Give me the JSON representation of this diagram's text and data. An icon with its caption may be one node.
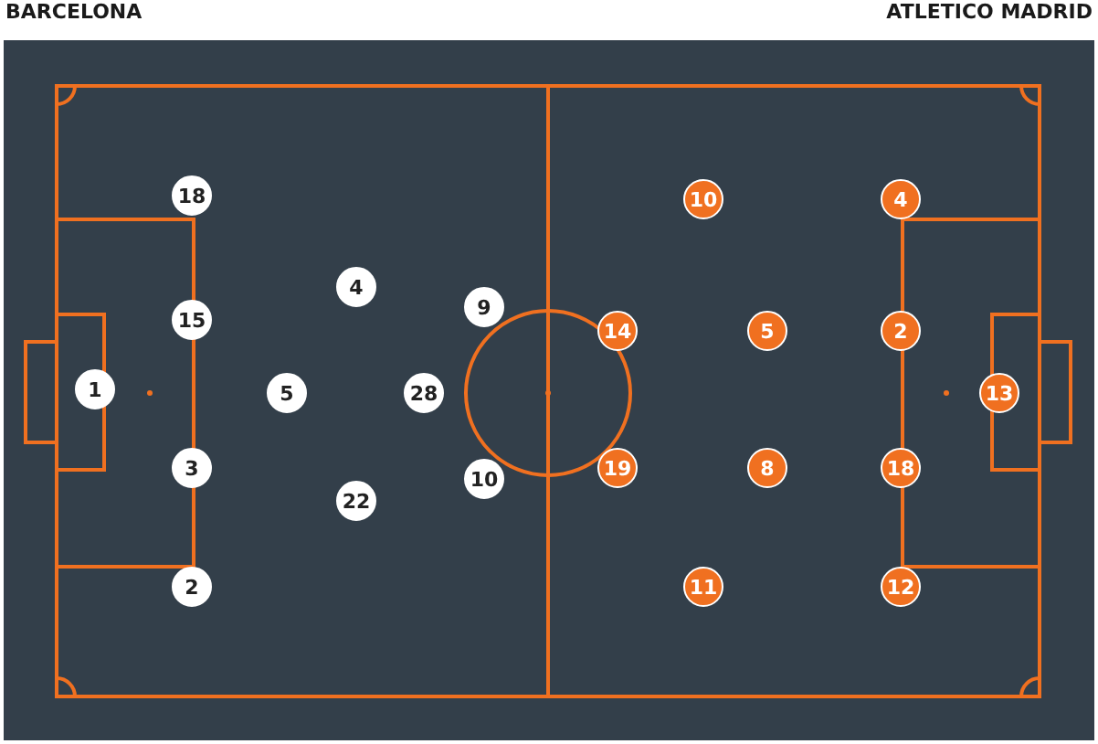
{
  "diagram": {
    "labels": [
      "BARCELONA",
      "ATLETICO MADRID"
    ],
    "nodes": [
      {
        "text": [
          "18"
        ]
      },
      {
        "text": [
          "15"
        ]
      },
      {
        "text": [
          "1"
        ]
      },
      {
        "text": [
          "3"
        ]
      },
      {
        "text": [
          "2"
        ]
      },
      {
        "text": [
          "4"
        ]
      },
      {
        "text": [
          "5"
        ]
      },
      {
        "text": [
          "28"
        ]
      },
      {
        "text": [
          "22"
        ]
      },
      {
        "text": [
          "9"
        ]
      },
      {
        "text": [
          "10"
        ]
      },
      {
        "text": [
          "10"
        ]
      },
      {
        "text": [
          "4"
        ]
      },
      {
        "text": [
          "14"
        ]
      },
      {
        "text": [
          "5"
        ]
      },
      {
        "text": [
          "2"
        ]
      },
      {
        "text": [
          "13"
        ]
      },
      {
        "text": [
          "19"
        ]
      },
      {
        "text": [
          "8"
        ]
      },
      {
        "text": [
          "18"
        ]
      },
      {
        "text": [
          "11"
        ]
      },
      {
        "text": [
          "12"
        ]
      }
    ]
  }
}
